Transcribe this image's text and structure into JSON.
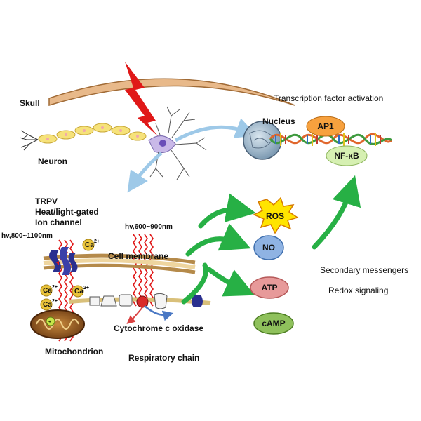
{
  "labels": {
    "skull": "Skull",
    "neuron": "Neuron",
    "nucleus": "Nucleus",
    "transcription": "Transcription factor activation",
    "ap1": "AP1",
    "nfkb": "NF-κB",
    "trpv": "TRPV",
    "heat_light": "Heat/light-gated",
    "ion_channel": "Ion channel",
    "hv_long": "hv,800~1100nm",
    "hv_short": "hv,600~900nm",
    "ca": "Ca",
    "ca_sup": "2+",
    "cell_membrane": "Cell membrane",
    "cytochrome": "Cytochrome c oxidase",
    "mitochondrion": "Mitochondrion",
    "respiratory": "Respiratory chain",
    "ros": "ROS",
    "no": "NO",
    "atp": "ATP",
    "camp": "cAMP",
    "secondary": "Secondary messengers",
    "redox": "Redox signaling"
  },
  "colors": {
    "green_arrow": "#27b045",
    "laser_red": "#e01818",
    "ros_fill": "#ffe400",
    "no_fill": "#8fb3e3",
    "atp_fill": "#e79a9a",
    "camp_fill": "#8fc15c",
    "ap1_fill": "#f7a13e",
    "nfkb_fill": "#d6f0b2",
    "channel_blue": "#2a2f8f"
  }
}
